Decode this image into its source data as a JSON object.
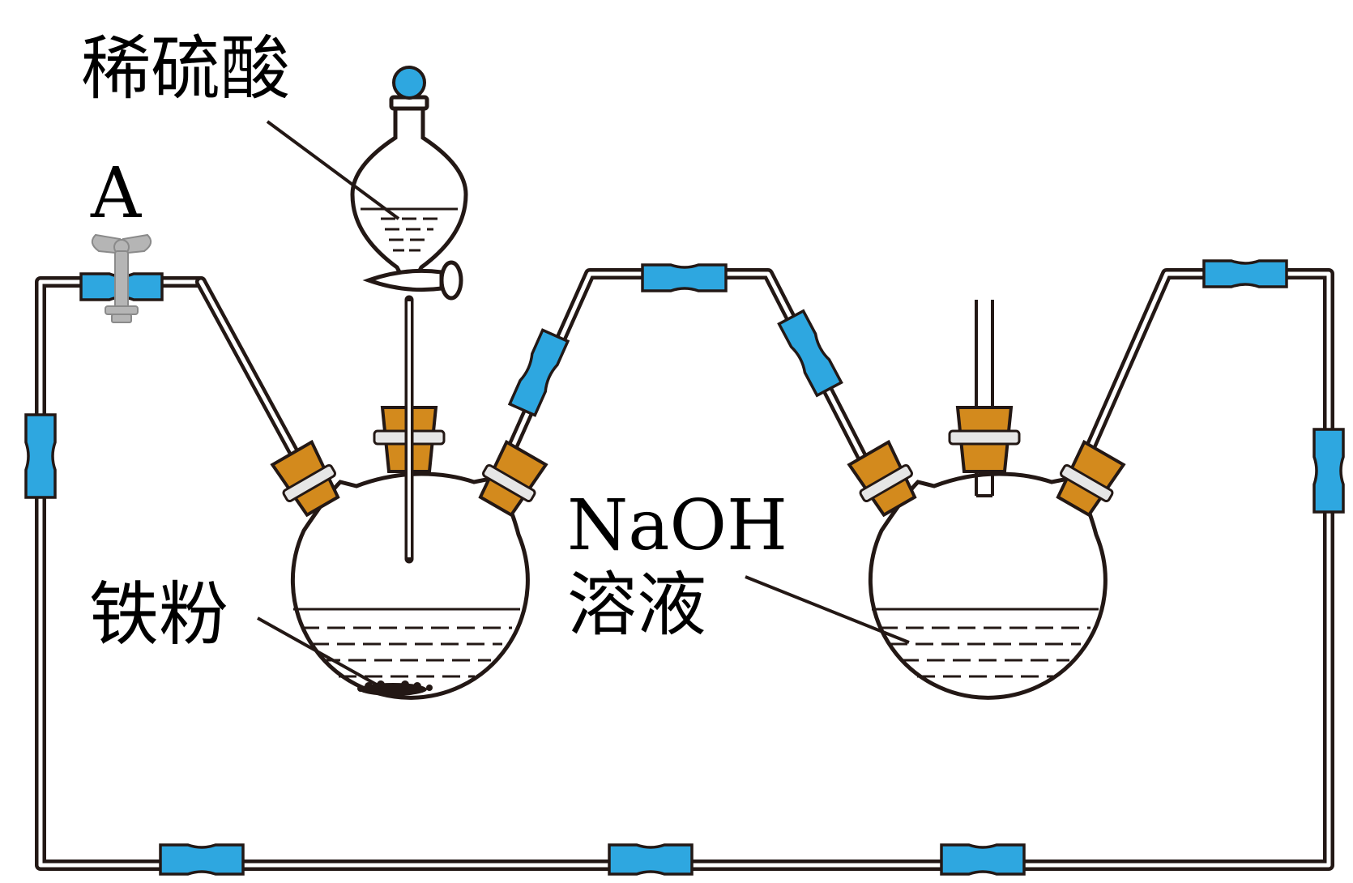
{
  "labels": {
    "acid": "稀硫酸",
    "clamp": "A",
    "iron": "铁粉",
    "naoh_line1": "NaOH",
    "naoh_line2": "溶液"
  },
  "colors": {
    "connector": "#2ea7e0",
    "stopper": "#d38a1d",
    "stopper_band": "#e6e6e6",
    "tube": "#231815",
    "clamp": "#b5b5b5"
  }
}
